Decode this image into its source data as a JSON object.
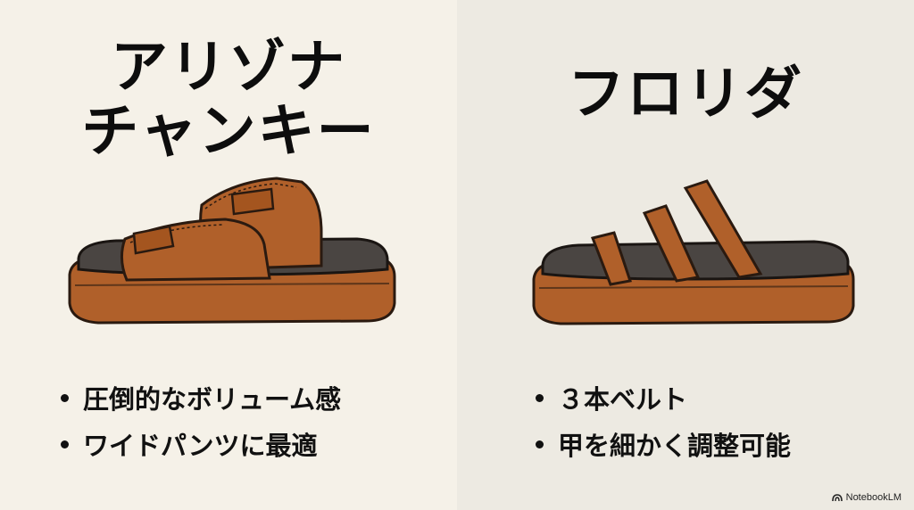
{
  "left": {
    "title_line1": "アリゾナ",
    "title_line2": "チャンキー",
    "sandal_icon": "two-strap-platform-sandal",
    "bullets": [
      "圧倒的なボリューム感",
      "ワイドパンツに最適"
    ]
  },
  "right": {
    "title": "フロリダ",
    "sandal_icon": "three-strap-platform-sandal",
    "bullets": [
      "３本ベルト",
      "甲を細かく調整可能"
    ]
  },
  "colors": {
    "leather": "#b0602a",
    "sole": "#4a4542",
    "left_bg": "#f5f1e8",
    "right_bg": "#edeae2"
  },
  "watermark": {
    "icon": "notebooklm-logo-icon",
    "text": "NotebookLM"
  }
}
